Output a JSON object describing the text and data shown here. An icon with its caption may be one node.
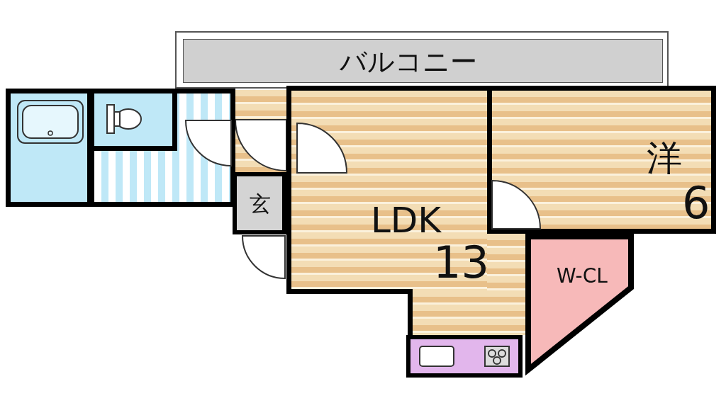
{
  "diagram": {
    "nodes": [
      {
        "text": [
          "バルコニー"
        ]
      },
      {
        "text": [],
        "shape": "box"
      },
      {
        "text": [],
        "shape": "box"
      },
      {
        "text": [],
        "shape": "box",
        "in": 2
      },
      {
        "text": [
          "玄"
        ]
      },
      {
        "text": [
          "LDK",
          "13"
        ]
      },
      {
        "text": [
          "洋",
          "6"
        ]
      },
      {
        "text": [
          "W-CL"
        ]
      },
      {
        "text": [],
        "shape": "box"
      }
    ]
  }
}
